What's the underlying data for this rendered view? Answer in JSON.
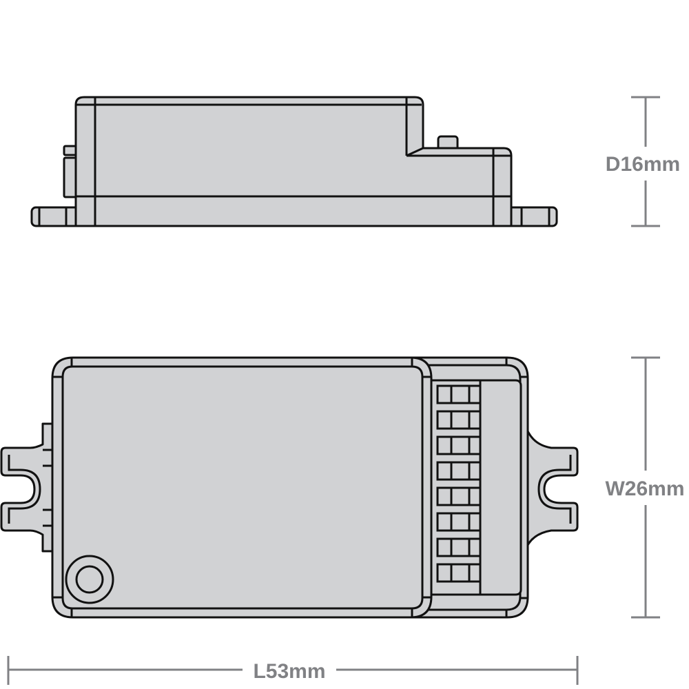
{
  "dimensions": {
    "depth_label": "D16mm",
    "width_label": "W26mm",
    "length_label": "L53mm"
  },
  "views": [
    "side-view",
    "top-view"
  ],
  "terminal_count": 8,
  "colors": {
    "body": "#d1d2d4",
    "outline": "#111111",
    "dimension": "#808184"
  }
}
